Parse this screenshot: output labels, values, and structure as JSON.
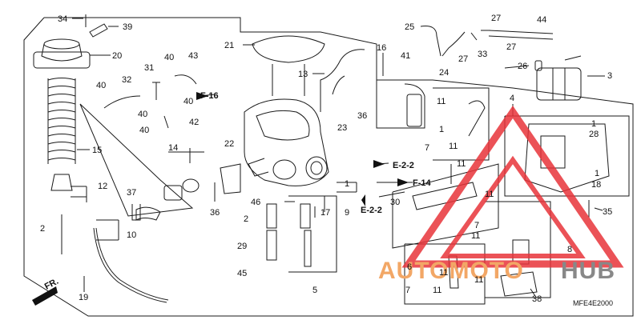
{
  "diagram": {
    "code": "MFE4E2000",
    "front_label": "FR.",
    "watermark": {
      "part_a": "AUTOMOTO",
      "part_b": "HUB",
      "color_a": "#f2a766",
      "color_b": "#888888",
      "triangle_color": "#e8343a"
    },
    "refs": [
      "F-16",
      "F-14",
      "E-2-2",
      "E-2-2"
    ],
    "parts": [
      {
        "id": "p34",
        "text": "34"
      },
      {
        "id": "p39",
        "text": "39"
      },
      {
        "id": "p20",
        "text": "20"
      },
      {
        "id": "p31",
        "text": "31"
      },
      {
        "id": "p40a",
        "text": "40"
      },
      {
        "id": "p43",
        "text": "43"
      },
      {
        "id": "p32",
        "text": "32"
      },
      {
        "id": "p40b",
        "text": "40"
      },
      {
        "id": "p40c",
        "text": "40"
      },
      {
        "id": "p40d",
        "text": "40"
      },
      {
        "id": "p40e",
        "text": "40"
      },
      {
        "id": "p42",
        "text": "42"
      },
      {
        "id": "p15",
        "text": "15"
      },
      {
        "id": "p14",
        "text": "14"
      },
      {
        "id": "p12",
        "text": "12"
      },
      {
        "id": "p37",
        "text": "37"
      },
      {
        "id": "p2a",
        "text": "2"
      },
      {
        "id": "p10",
        "text": "10"
      },
      {
        "id": "p19",
        "text": "19"
      },
      {
        "id": "p21",
        "text": "21"
      },
      {
        "id": "p13",
        "text": "13"
      },
      {
        "id": "p16",
        "text": "16"
      },
      {
        "id": "p22",
        "text": "22"
      },
      {
        "id": "p36a",
        "text": "36"
      },
      {
        "id": "p36b",
        "text": "36"
      },
      {
        "id": "p23",
        "text": "23"
      },
      {
        "id": "p46",
        "text": "46"
      },
      {
        "id": "p2b",
        "text": "2"
      },
      {
        "id": "p29",
        "text": "29"
      },
      {
        "id": "p45",
        "text": "45"
      },
      {
        "id": "p17",
        "text": "17"
      },
      {
        "id": "p1a",
        "text": "1"
      },
      {
        "id": "p9",
        "text": "9"
      },
      {
        "id": "p5",
        "text": "5"
      },
      {
        "id": "p30",
        "text": "30"
      },
      {
        "id": "p25",
        "text": "25"
      },
      {
        "id": "p27a",
        "text": "27"
      },
      {
        "id": "p27b",
        "text": "27"
      },
      {
        "id": "p27c",
        "text": "27"
      },
      {
        "id": "p44",
        "text": "44"
      },
      {
        "id": "p41",
        "text": "41"
      },
      {
        "id": "p24",
        "text": "24"
      },
      {
        "id": "p33",
        "text": "33"
      },
      {
        "id": "p26",
        "text": "26"
      },
      {
        "id": "p3",
        "text": "3"
      },
      {
        "id": "p4",
        "text": "4"
      },
      {
        "id": "p11a",
        "text": "11"
      },
      {
        "id": "p11b",
        "text": "11"
      },
      {
        "id": "p1b",
        "text": "1"
      },
      {
        "id": "p7a",
        "text": "7"
      },
      {
        "id": "p11c",
        "text": "11"
      },
      {
        "id": "p1c",
        "text": "1"
      },
      {
        "id": "p28",
        "text": "28"
      },
      {
        "id": "p1d",
        "text": "1"
      },
      {
        "id": "p18",
        "text": "18"
      },
      {
        "id": "p35",
        "text": "35"
      },
      {
        "id": "p11d",
        "text": "11"
      },
      {
        "id": "p11e",
        "text": "11"
      },
      {
        "id": "p7b",
        "text": "7"
      },
      {
        "id": "p11f",
        "text": "11"
      },
      {
        "id": "p8",
        "text": "8"
      },
      {
        "id": "p6",
        "text": "6"
      },
      {
        "id": "p7c",
        "text": "7"
      },
      {
        "id": "p11g",
        "text": "11"
      },
      {
        "id": "p11h",
        "text": "11"
      },
      {
        "id": "p38",
        "text": "38"
      }
    ]
  }
}
